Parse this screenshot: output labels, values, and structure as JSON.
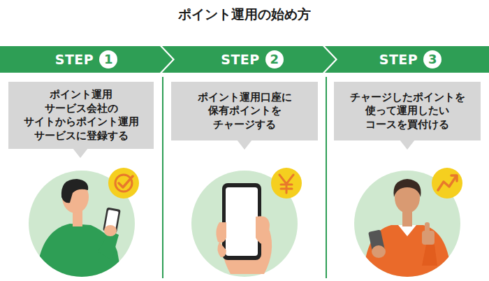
{
  "diagram": {
    "title": "ポイント運用の始め方",
    "nodes": [
      {
        "text": [
          "STEP",
          "1"
        ]
      },
      {
        "text": [
          "ポイント運用 サービス会社の サイトからポイント運用 サービスに登録する"
        ]
      },
      {
        "text": [
          "STEP",
          "2"
        ]
      },
      {
        "text": [
          "ポイント運用口座に 保有ポイントを チャージする"
        ]
      },
      {
        "text": [
          "STEP",
          "3"
        ]
      },
      {
        "text": [
          "チャージしたポイントを 使って運用したい コースを買付ける"
        ]
      }
    ]
  }
}
